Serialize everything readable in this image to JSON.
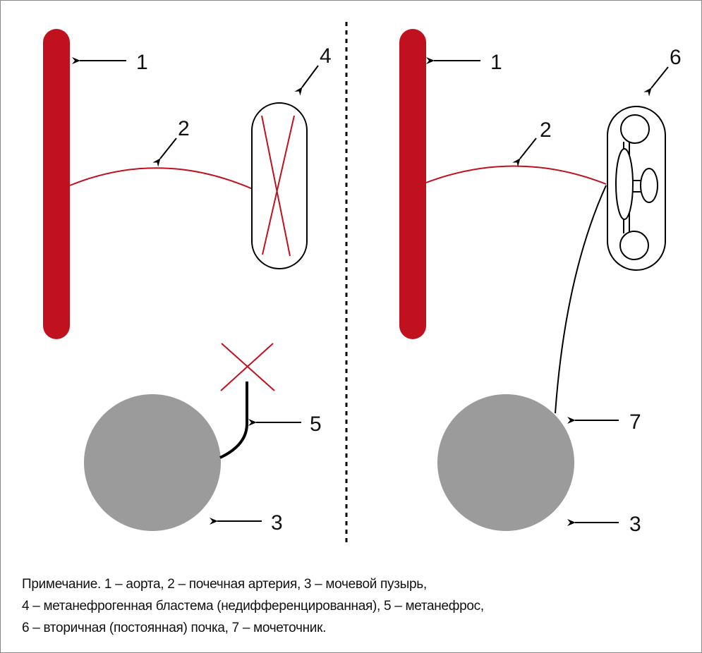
{
  "colors": {
    "aorta": "#c0111f",
    "bladder": "#9b9b9b",
    "line": "#000000"
  },
  "labels": {
    "left": {
      "aorta": "1",
      "artery": "2",
      "bladder": "3",
      "blastema": "4",
      "metanephros": "5"
    },
    "right": {
      "aorta": "1",
      "artery": "2",
      "bladder": "3",
      "kidney": "6",
      "ureter": "7"
    }
  },
  "note": {
    "lines": [
      "Примечание. 1 – аорта, 2 – почечная артерия, 3 – мочевой пузырь,",
      "4 – метанефрогенная бластема (недифференцированная), 5 – метанефрос,",
      "6 – вторичная (постоянная) почка, 7 – мочеточник."
    ]
  }
}
